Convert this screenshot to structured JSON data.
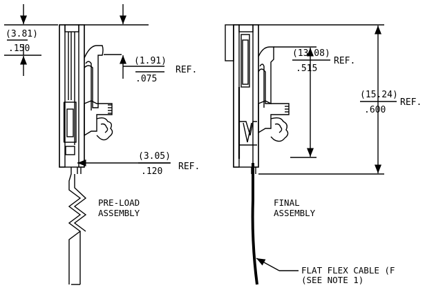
{
  "dimensions": {
    "d1": {
      "metric": "(3.81)",
      "imperial": ".150",
      "ref": ""
    },
    "d2": {
      "metric": "(1.91)",
      "imperial": ".075",
      "ref": "REF."
    },
    "d3": {
      "metric": "(3.05)",
      "imperial": ".120",
      "ref": "REF."
    },
    "d4": {
      "metric": "(13.08)",
      "imperial": ".515",
      "ref": "REF."
    },
    "d5": {
      "metric": "(15.24)",
      "imperial": ".600",
      "ref": "REF."
    }
  },
  "labels": {
    "preload_line1": "PRE-LOAD",
    "preload_line2": "ASSEMBLY",
    "final_line1": "FINAL",
    "final_line2": "ASSEMBLY",
    "callout_line1": "FLAT FLEX CABLE (F",
    "callout_line2": "(SEE NOTE 1)"
  }
}
